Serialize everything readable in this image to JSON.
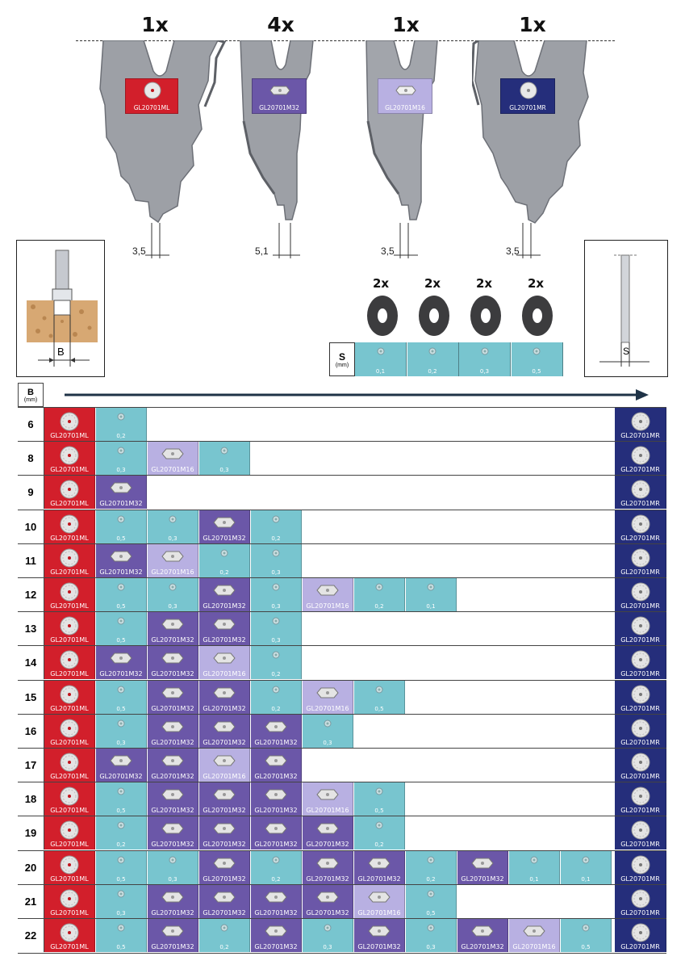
{
  "top_cutters": [
    {
      "qty": "1x",
      "code": "GL20701ML",
      "dim": "3,5",
      "kind": "ML"
    },
    {
      "qty": "4x",
      "code": "GL20701M32",
      "dim": "5,1",
      "kind": "M32"
    },
    {
      "qty": "1x",
      "code": "GL20701M16",
      "dim": "3,5",
      "kind": "M16"
    },
    {
      "qty": "1x",
      "code": "GL20701MR",
      "dim": "3,5",
      "kind": "MR"
    }
  ],
  "left_panel": {
    "dim_label": "B"
  },
  "right_panel": {
    "dim_label": "S"
  },
  "shims": {
    "qty": [
      "2x",
      "2x",
      "2x",
      "2x"
    ],
    "s_label": "S",
    "unit": "(mm)",
    "values": [
      "0,1",
      "0,2",
      "0,3",
      "0,5"
    ]
  },
  "table": {
    "b_label": "B",
    "b_unit": "(mm)",
    "left_code": "GL20701ML",
    "right_code": "GL20701MR",
    "rows": [
      {
        "b": "6",
        "cells": [
          "0,2"
        ]
      },
      {
        "b": "8",
        "cells": [
          "0,3",
          "M16",
          "0,3"
        ]
      },
      {
        "b": "9",
        "cells": [
          "M32"
        ]
      },
      {
        "b": "10",
        "cells": [
          "0,5",
          "0,3",
          "M32",
          "0,2"
        ]
      },
      {
        "b": "11",
        "cells": [
          "M32",
          "M16",
          "0,2",
          "0,3"
        ]
      },
      {
        "b": "12",
        "cells": [
          "0,5",
          "0,3",
          "M32",
          "0,3",
          "M16",
          "0,2",
          "0,1"
        ]
      },
      {
        "b": "13",
        "cells": [
          "0,5",
          "M32",
          "M32",
          "0,3"
        ]
      },
      {
        "b": "14",
        "cells": [
          "M32",
          "M32",
          "M16",
          "0,2"
        ]
      },
      {
        "b": "15",
        "cells": [
          "0,5",
          "M32",
          "M32",
          "0,2",
          "M16",
          "0,5"
        ]
      },
      {
        "b": "16",
        "cells": [
          "0,3",
          "M32",
          "M32",
          "M32",
          "0,3"
        ]
      },
      {
        "b": "17",
        "cells": [
          "M32",
          "M32",
          "M16",
          "M32"
        ]
      },
      {
        "b": "18",
        "cells": [
          "0,5",
          "M32",
          "M32",
          "M32",
          "M16",
          "0,5"
        ]
      },
      {
        "b": "19",
        "cells": [
          "0,2",
          "M32",
          "M32",
          "M32",
          "M32",
          "0,2"
        ]
      },
      {
        "b": "20",
        "cells": [
          "0,5",
          "0,3",
          "M32",
          "0,2",
          "M32",
          "M32",
          "0,2",
          "M32",
          "0,1",
          "0,1"
        ]
      },
      {
        "b": "21",
        "cells": [
          "0,3",
          "M32",
          "M32",
          "M32",
          "M32",
          "M16",
          "0,5"
        ]
      },
      {
        "b": "22",
        "cells": [
          "0,5",
          "M32",
          "0,2",
          "M32",
          "0,3",
          "M32",
          "0,3",
          "M32",
          "M16",
          "0,5"
        ]
      }
    ]
  },
  "codes": {
    "M32": "GL20701M32",
    "M16": "GL20701M16"
  },
  "colors": {
    "ML": "#d21f2b",
    "MR": "#252e7b",
    "M32": "#6b57a8",
    "M16": "#b8b0e2",
    "shim": "#78c5cf"
  }
}
